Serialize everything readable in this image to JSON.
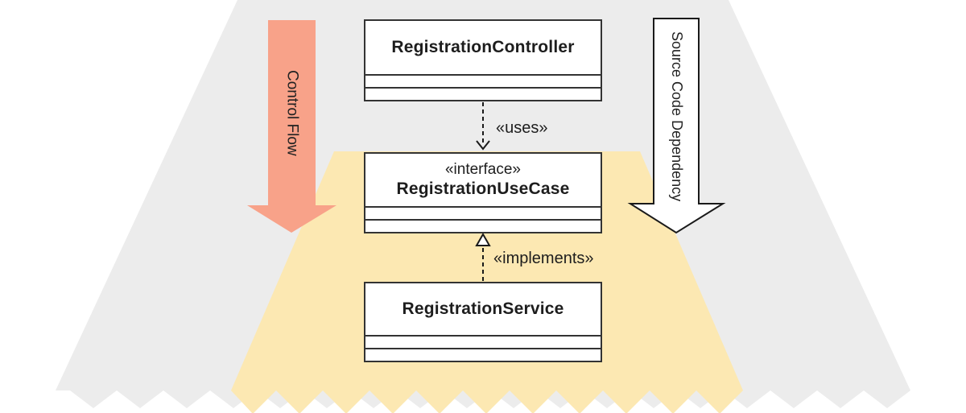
{
  "diagram": {
    "boxes": {
      "controller": {
        "title": "RegistrationController"
      },
      "usecase": {
        "stereotype": "«interface»",
        "title": "RegistrationUseCase"
      },
      "service": {
        "title": "RegistrationService"
      }
    },
    "edges": {
      "uses_label": "«uses»",
      "implements_label": "«implements»"
    },
    "big_arrows": {
      "control_flow_label": "Control Flow",
      "source_code_dependency_label": "Source Code Dependency"
    },
    "colors": {
      "outer_layer": "#ECECEC",
      "inner_layer": "#FCE8B2",
      "control_flow_fill": "#F8A289",
      "dependency_arrow_fill": "#FFFFFF",
      "line": "#1A1A1A"
    }
  }
}
